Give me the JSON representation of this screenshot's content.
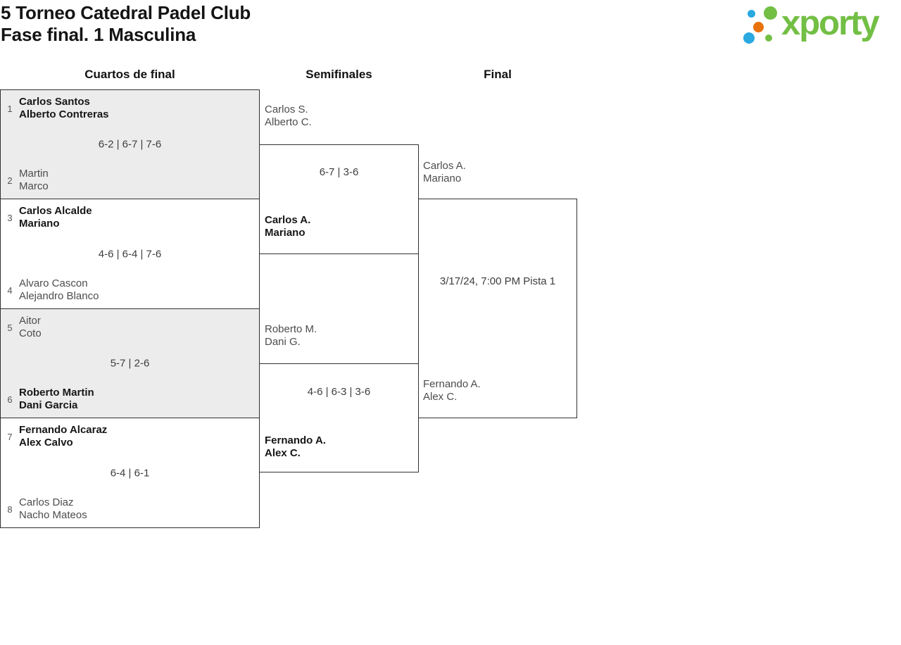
{
  "header": {
    "title_line1": "5 Torneo Catedral Padel Club",
    "title_line2": "Fase final. 1 Masculina"
  },
  "logo": {
    "wordmark": "xporty"
  },
  "columns": {
    "quarterfinals": "Cuartos de final",
    "semifinals": "Semifinales",
    "final": "Final"
  },
  "quarterfinals": [
    {
      "seed1": "1",
      "team1_line1": "Carlos Santos",
      "team1_line2": "Alberto Contreras",
      "score": "6-2 | 6-7 | 7-6",
      "seed2": "2",
      "team2_line1": "Martin",
      "team2_line2": "Marco",
      "winner": "team1"
    },
    {
      "seed1": "3",
      "team1_line1": "Carlos Alcalde",
      "team1_line2": "Mariano",
      "score": "4-6 | 6-4 | 7-6",
      "seed2": "4",
      "team2_line1": "Alvaro Cascon",
      "team2_line2": "Alejandro Blanco",
      "winner": "team1"
    },
    {
      "seed1": "5",
      "team1_line1": "Aitor",
      "team1_line2": "Coto",
      "score": "5-7 | 2-6",
      "seed2": "6",
      "team2_line1": "Roberto Martin",
      "team2_line2": "Dani Garcia",
      "winner": "team2"
    },
    {
      "seed1": "7",
      "team1_line1": "Fernando Alcaraz",
      "team1_line2": "Alex Calvo",
      "score": "6-4 | 6-1",
      "seed2": "8",
      "team2_line1": "Carlos Diaz",
      "team2_line2": "Nacho Mateos",
      "winner": "team1"
    }
  ],
  "semifinals": [
    {
      "team1_line1": "Carlos S.",
      "team1_line2": "Alberto C.",
      "score": "6-7 | 3-6",
      "team2_line1": "Carlos A.",
      "team2_line2": "Mariano",
      "winner": "team2"
    },
    {
      "team1_line1": "Roberto M.",
      "team1_line2": "Dani G.",
      "score": "4-6 | 6-3 | 3-6",
      "team2_line1": "Fernando A.",
      "team2_line2": "Alex C.",
      "winner": "team2"
    }
  ],
  "final": {
    "team1_line1": "Carlos A.",
    "team1_line2": "Mariano",
    "schedule": "3/17/24, 7:00 PM Pista 1",
    "team2_line1": "Fernando A.",
    "team2_line2": "Alex C.",
    "winner": ""
  },
  "theme": {
    "logo-green": "#72bf44",
    "logo-blue": "#29a9e0",
    "logo-orange": "#e8720c",
    "line-color": "#303030",
    "shade": "#ececec",
    "title-color": "#141414",
    "team-color": "#4d4d4d",
    "winner-color": "#161616",
    "score-color": "#3d3d3d",
    "seed-color": "#555555"
  }
}
